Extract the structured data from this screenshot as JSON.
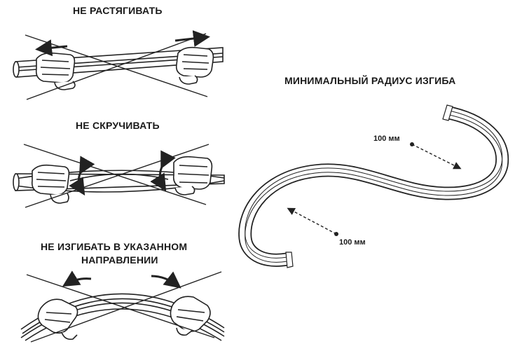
{
  "warnings": {
    "stretch": "НЕ РАСТЯГИВАТЬ",
    "twist": "НЕ СКРУЧИВАТЬ",
    "bend_line1": "НЕ ИЗГИБАТЬ В УКАЗАННОМ",
    "bend_line2": "НАПРАВЛЕНИИ"
  },
  "min_radius": {
    "title": "МИНИМАЛЬНЫЙ РАДИУС ИЗГИБА",
    "top_value": "100 мм",
    "bottom_value": "100 мм"
  }
}
